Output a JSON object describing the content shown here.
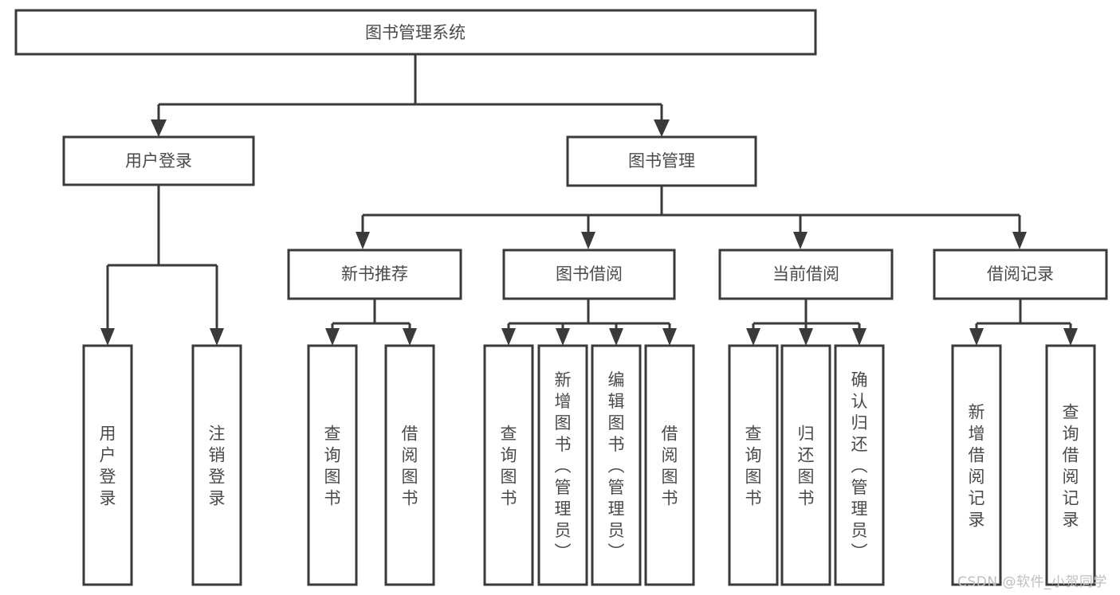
{
  "diagram": {
    "type": "tree-hierarchy",
    "title": "图书管理系统",
    "watermark": "CSDN @软件_小贺同学",
    "colors": {
      "background": "#ffffff",
      "stroke": "#3a3a3c",
      "text": "#4a4a4c",
      "watermark": "#bfbfbf"
    },
    "root": {
      "id": "root",
      "label": "图书管理系统",
      "orientation": "horizontal"
    },
    "level2": [
      {
        "id": "user-login",
        "label": "用户登录",
        "orientation": "horizontal"
      },
      {
        "id": "book-manage",
        "label": "图书管理",
        "orientation": "horizontal"
      }
    ],
    "level3": [
      {
        "id": "new-book-recommend",
        "label": "新书推荐",
        "parent": "book-manage",
        "orientation": "horizontal"
      },
      {
        "id": "book-borrow",
        "label": "图书借阅",
        "parent": "book-manage",
        "orientation": "horizontal"
      },
      {
        "id": "current-borrow",
        "label": "当前借阅",
        "parent": "book-manage",
        "orientation": "horizontal"
      },
      {
        "id": "borrow-record",
        "label": "借阅记录",
        "parent": "book-manage",
        "orientation": "horizontal"
      }
    ],
    "leaves": [
      {
        "id": "leaf-user-login",
        "label": "用户登录",
        "parent": "user-login",
        "orientation": "vertical"
      },
      {
        "id": "leaf-user-logout",
        "label": "注销登录",
        "parent": "user-login",
        "orientation": "vertical"
      },
      {
        "id": "leaf-query-book-1",
        "label": "查询图书",
        "parent": "new-book-recommend",
        "orientation": "vertical"
      },
      {
        "id": "leaf-borrow-book-1",
        "label": "借阅图书",
        "parent": "new-book-recommend",
        "orientation": "vertical"
      },
      {
        "id": "leaf-query-book-2",
        "label": "查询图书",
        "parent": "book-borrow",
        "orientation": "vertical"
      },
      {
        "id": "leaf-add-book",
        "label": "新增图书（管理员）",
        "parent": "book-borrow",
        "orientation": "vertical"
      },
      {
        "id": "leaf-edit-book",
        "label": "编辑图书（管理员）",
        "parent": "book-borrow",
        "orientation": "vertical"
      },
      {
        "id": "leaf-borrow-book-2",
        "label": "借阅图书",
        "parent": "book-borrow",
        "orientation": "vertical"
      },
      {
        "id": "leaf-query-book-3",
        "label": "查询图书",
        "parent": "current-borrow",
        "orientation": "vertical"
      },
      {
        "id": "leaf-return-book",
        "label": "归还图书",
        "parent": "current-borrow",
        "orientation": "vertical"
      },
      {
        "id": "leaf-confirm-return",
        "label": "确认归还（管理员）",
        "parent": "current-borrow",
        "orientation": "vertical"
      },
      {
        "id": "leaf-add-record",
        "label": "新增借阅记录",
        "parent": "borrow-record",
        "orientation": "vertical"
      },
      {
        "id": "leaf-query-record",
        "label": "查询借阅记录",
        "parent": "borrow-record",
        "orientation": "vertical"
      }
    ]
  }
}
